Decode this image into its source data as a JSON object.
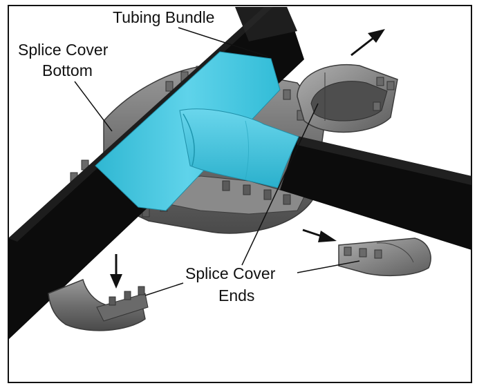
{
  "labels": {
    "tubing_bundle": "Tubing Bundle",
    "splice_cover_bottom_line1": "Splice Cover",
    "splice_cover_bottom_line2": "Bottom",
    "splice_cover_ends_line1": "Splice Cover",
    "splice_cover_ends_line2": "Ends"
  },
  "colors": {
    "tubing": "#0d0d0d",
    "splice_tee": "#3fc3dc",
    "cover_gray": "#7d7d7d",
    "frame": "#111111"
  }
}
